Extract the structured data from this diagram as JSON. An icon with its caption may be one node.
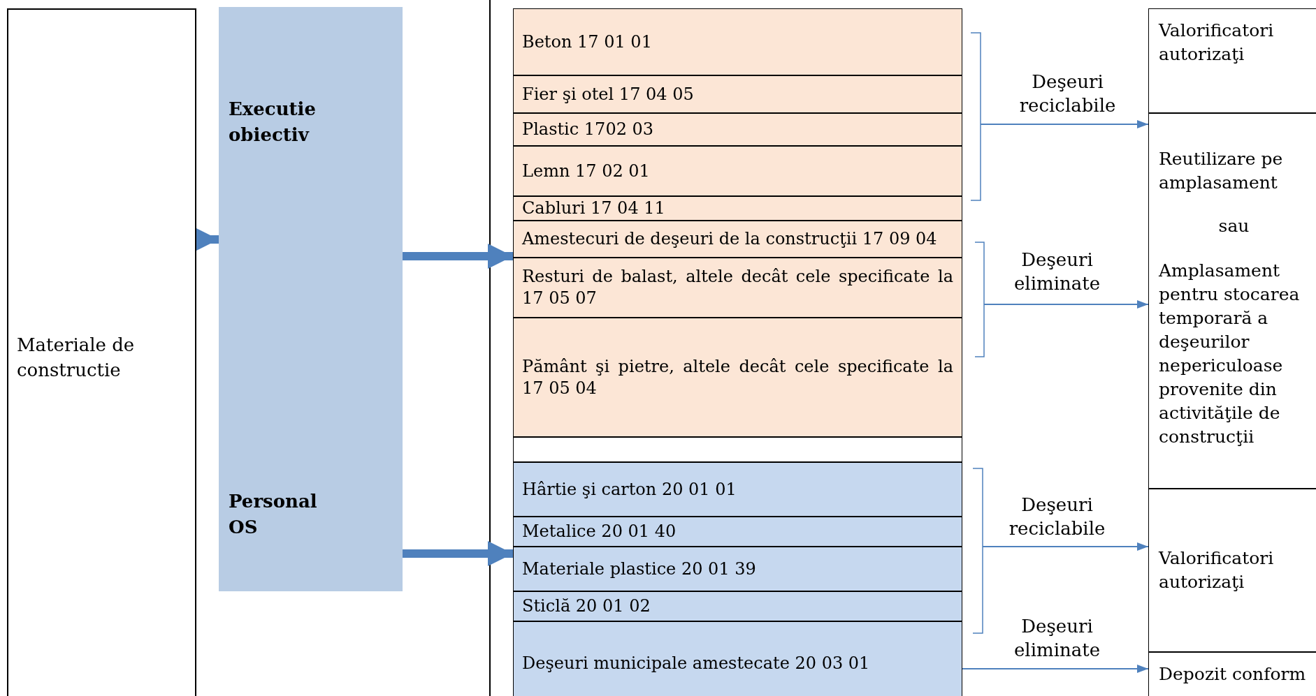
{
  "diagram": {
    "nodes": [
      {
        "text": [
          "Materiale de constructie"
        ]
      },
      {
        "text": [
          "Executie obiectiv",
          "Personal OS"
        ]
      },
      {
        "text": [
          "Beton 17 01 01"
        ]
      },
      {
        "text": [
          "Fier şi otel 17 04 05"
        ]
      },
      {
        "text": [
          "Plastic 1702 03"
        ]
      },
      {
        "text": [
          "Lemn 17 02 01"
        ]
      },
      {
        "text": [
          "Cabluri 17 04 11"
        ]
      },
      {
        "text": [
          "Amestecuri de deşeuri de la construcţii 17 09 04"
        ]
      },
      {
        "text": [
          "Resturi de balast, altele decât cele specificate la 17 05 07"
        ]
      },
      {
        "text": [
          "Pământ şi pietre, altele decât cele specificate la 17 05 04"
        ]
      },
      {
        "text": [],
        "shape": "box"
      },
      {
        "text": [
          "Hârtie şi carton 20 01 01"
        ]
      },
      {
        "text": [
          "Metalice 20 01 40"
        ]
      },
      {
        "text": [
          "Materiale plastice 20 01 39"
        ]
      },
      {
        "text": [
          "Sticlă 20 01 02"
        ]
      },
      {
        "text": [
          "Deşeuri municipale amestecate 20 03 01"
        ]
      },
      {
        "text": [
          "Valorificatori autorizaţi"
        ]
      },
      {
        "text": [
          "Reutilizare pe amplasament",
          "sau",
          "Amplasament pentru stocarea temporară a deşeurilor nepericuloase provenite din activităţile de construcţii"
        ]
      },
      {
        "text": [
          "Valorificatori autorizaţi"
        ]
      },
      {
        "text": [
          "Depozit conform"
        ]
      },
      {
        "text": [],
        "shape": "bracket"
      },
      {
        "text": [],
        "shape": "bracket"
      },
      {
        "text": [],
        "shape": "bracket"
      }
    ],
    "edges": [
      {
        "from": 0,
        "to": 1,
        "arrow": "to",
        "style": "thick"
      },
      {
        "from": 1,
        "to": 7,
        "arrow": "to",
        "style": "thick"
      },
      {
        "from": 1,
        "to": 12,
        "arrow": "to",
        "style": "thick"
      },
      {
        "from": 20,
        "to": 17,
        "arrow": "to",
        "label": "Deşeuri reciclabile"
      },
      {
        "from": 21,
        "to": 17,
        "arrow": "to",
        "label": "Deşeuri eliminate"
      },
      {
        "from": 22,
        "to": 18,
        "arrow": "to",
        "label": "Deşeuri reciclabile"
      },
      {
        "from": 15,
        "to": 19,
        "arrow": "to",
        "label": "Deşeuri eliminate"
      }
    ]
  }
}
